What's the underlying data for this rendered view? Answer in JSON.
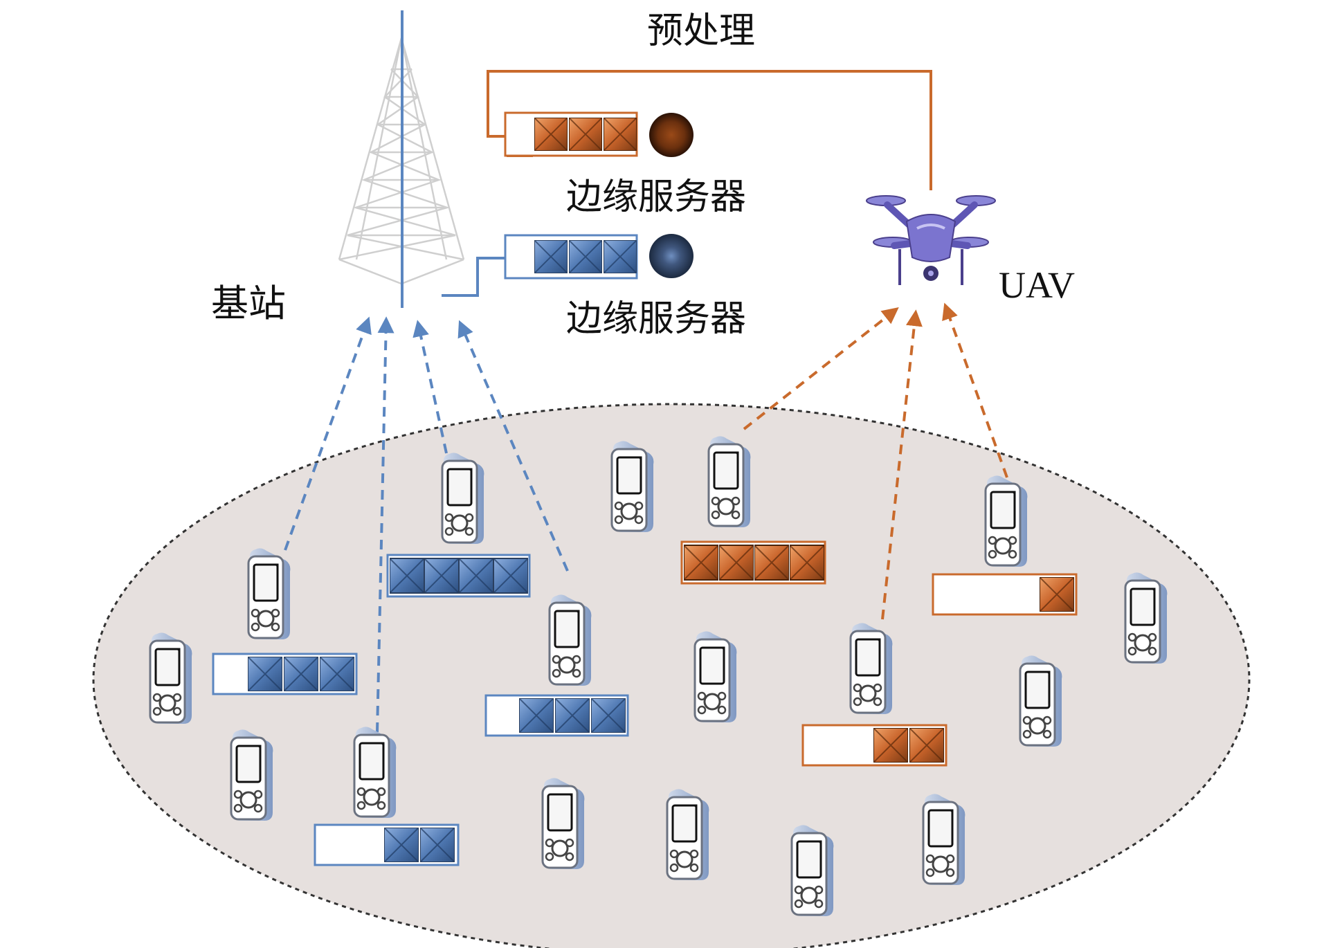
{
  "labels": {
    "preprocessing": "预处理",
    "edge_server_top": "边缘服务器",
    "edge_server_bottom": "边缘服务器",
    "base_station": "基站",
    "uav": "UAV"
  },
  "colors": {
    "blue": "#5b86c0",
    "orange": "#c96a2c",
    "area_fill": "#e6e0de",
    "area_border": "#333333"
  },
  "icons": [
    "cell-tower-icon",
    "drone-icon",
    "mobile-device-icon",
    "server-icon"
  ],
  "queues": {
    "edge_server_top_tasks": 3,
    "edge_server_bottom_tasks": 3,
    "device_queues": [
      {
        "color": "blue",
        "filled": 4,
        "capacity": 4
      },
      {
        "color": "blue",
        "filled": 3,
        "capacity": 4
      },
      {
        "color": "blue",
        "filled": 3,
        "capacity": 4
      },
      {
        "color": "blue",
        "filled": 2,
        "capacity": 4
      },
      {
        "color": "orange",
        "filled": 4,
        "capacity": 4
      },
      {
        "color": "orange",
        "filled": 1,
        "capacity": 4
      },
      {
        "color": "orange",
        "filled": 2,
        "capacity": 4
      }
    ]
  }
}
